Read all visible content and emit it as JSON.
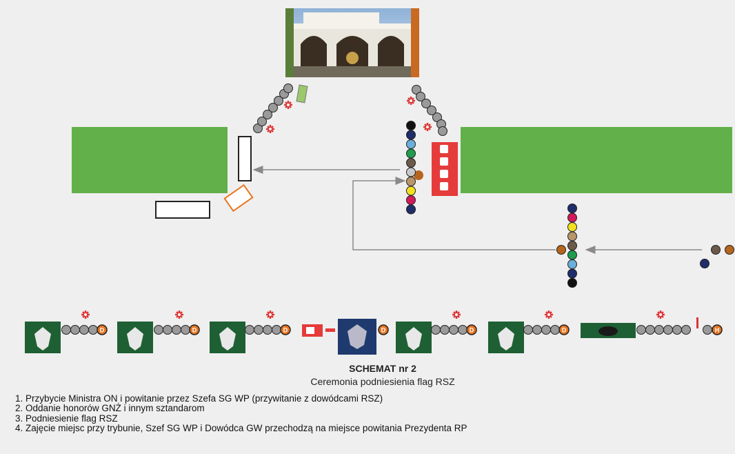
{
  "title": "SCHEMAT nr 2",
  "subtitle": "Ceremonia podniesienia flag RSZ",
  "legend": [
    "1. Przybycie Ministra ON i powitanie przez Szefa SG WP (przywitanie z dowódcami RSZ)",
    "2. Oddanie honorów GNŻ i innym sztandarom",
    "3. Podniesienie flag RSZ",
    "4. Zajęcie miejsc przy trybunie, Szef SG WP i Dowódca GW przechodzą na miejsce powitania Prezydenta RP"
  ],
  "marker_letters": {
    "commander": "D",
    "last": "H"
  },
  "colors": {
    "background": "#efefef",
    "field_green": "#62b04a",
    "banner_red": "#e53b3b",
    "person_grey": "#9a9a9a",
    "arrow_grey": "#8a8a8a",
    "marker_orange": "#e8741e",
    "unit_flag_green": "#1f5f34",
    "standard_navy": "#1f3a6e"
  },
  "flag_column_colors": [
    "#111111",
    "#1f2d6b",
    "#6aaedc",
    "#1f9c4d",
    "#6b5a4a",
    "#c9c9c9",
    "#b8956a",
    "#f2e021",
    "#d11a5a",
    "#1f2d6b"
  ],
  "incoming_column_colors": [
    "#1f2d6b",
    "#d11a5a",
    "#f2e021",
    "#b8956a",
    "#6b5a4a",
    "#1f9c4d",
    "#6aaedc",
    "#1f2d6b",
    "#111111"
  ],
  "icons": [
    "building-photo",
    "eagle-emblem",
    "cross-emblem",
    "person-marker",
    "flag-marker"
  ]
}
